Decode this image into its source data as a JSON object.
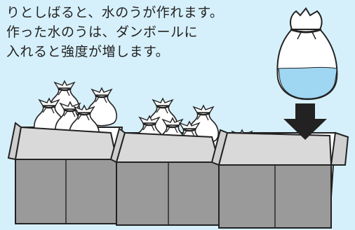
{
  "caption": {
    "line1": "りとしばると、水のうが作れます。",
    "line2": "作った水のうは、ダンボールに",
    "line3": "入れると強度が増します。"
  },
  "illustration": {
    "boxes": [
      "box-left",
      "box-middle",
      "box-right"
    ],
    "colors": {
      "background": "#d6f0fb",
      "box_top": "#ffffff",
      "box_front": "#9a9a9a",
      "outline": "#222222",
      "water": "#9fd6f2",
      "arrow": "#222222"
    },
    "icons": [
      "water-bag-icon",
      "down-arrow-icon",
      "cardboard-box-icon"
    ]
  }
}
